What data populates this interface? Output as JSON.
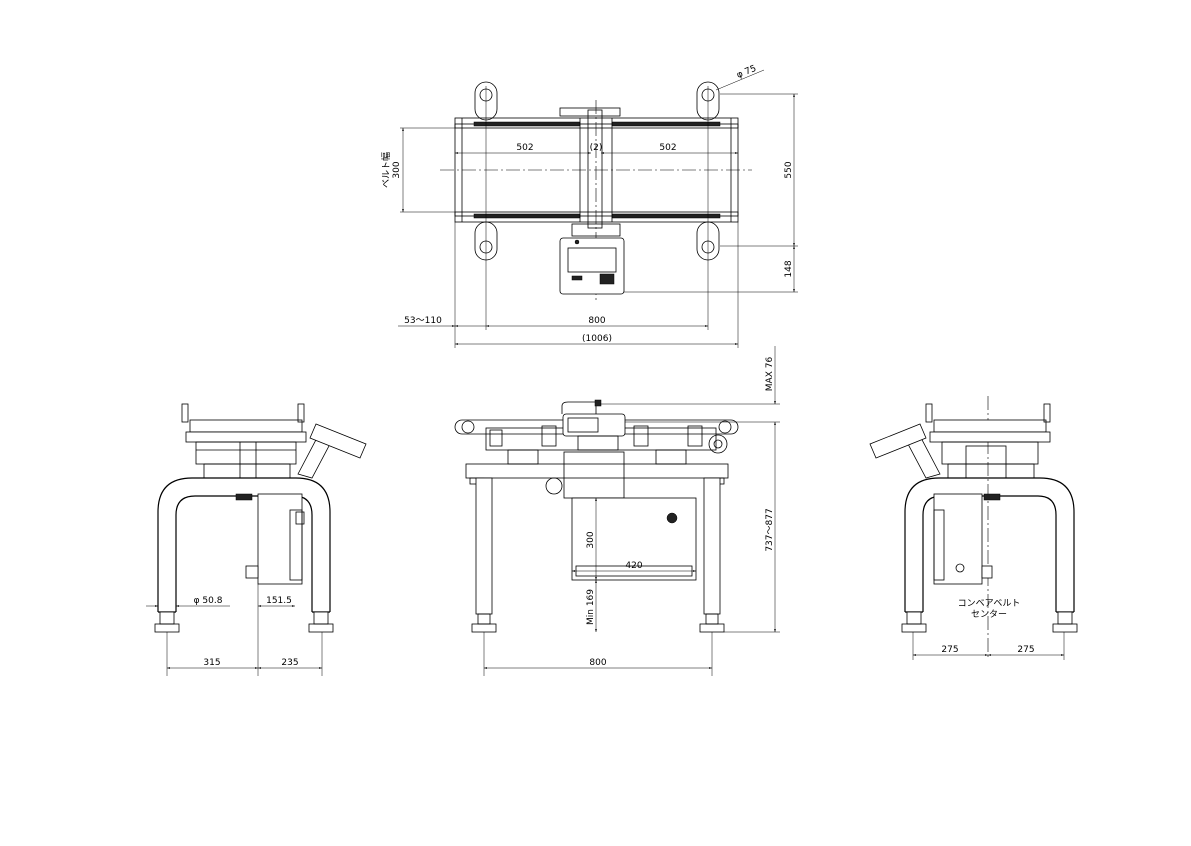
{
  "drawing": {
    "top_view": {
      "dim_belt_width_label": "ベルト幅",
      "dim_belt_width": "300",
      "dim_left_section": "502",
      "dim_gap": "(2)",
      "dim_right_section": "502",
      "dim_eye_diameter": "φ 75",
      "dim_depth": "550",
      "dim_display_offset": "148",
      "dim_overhang": "53～110",
      "dim_leg_span": "800",
      "dim_overall_length": "(1006)"
    },
    "left_view": {
      "dim_tube_diameter": "φ 50.8",
      "dim_box_offset": "151.5",
      "dim_left": "315",
      "dim_right": "235"
    },
    "front_view": {
      "dim_max_raise": "MAX 76",
      "dim_height": "737～877",
      "dim_box_height": "300",
      "dim_box_width": "420",
      "dim_min_clearance": "Min 169",
      "dim_leg_span": "800"
    },
    "right_view": {
      "center_label_line1": "コンベアベルト",
      "center_label_line2": "センター",
      "dim_left": "275",
      "dim_right": "275"
    }
  }
}
